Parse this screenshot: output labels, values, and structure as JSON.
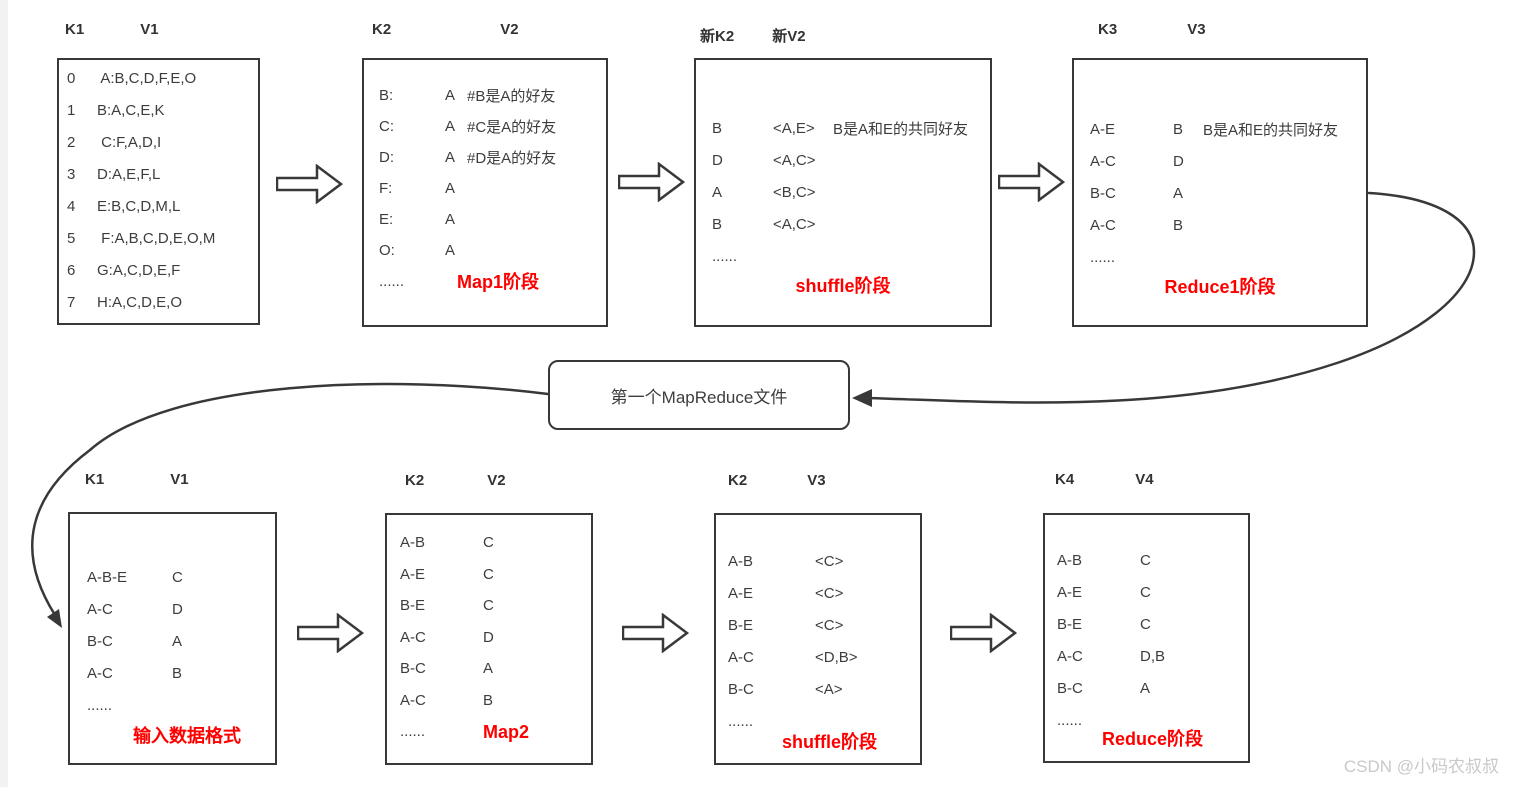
{
  "colors": {
    "accent_red": "#FF0000",
    "line": "#383838",
    "text": "#3D3D3D",
    "watermark": "#C9C9C9"
  },
  "watermark": "CSDN @小码农叔叔",
  "center_box": {
    "label": "第一个MapReduce文件"
  },
  "top": {
    "box1": {
      "header_k": "K1",
      "header_v": "V1",
      "rows": [
        {
          "idx": "0",
          "text": " A:B,C,D,F,E,O"
        },
        {
          "idx": "1",
          "text": "B:A,C,E,K"
        },
        {
          "idx": "2",
          "text": " C:F,A,D,I"
        },
        {
          "idx": "3",
          "text": "D:A,E,F,L"
        },
        {
          "idx": "4",
          "text": "E:B,C,D,M,L"
        },
        {
          "idx": "5",
          "text": " F:A,B,C,D,E,O,M"
        },
        {
          "idx": "6",
          "text": "G:A,C,D,E,F"
        },
        {
          "idx": "7",
          "text": "H:A,C,D,E,O"
        }
      ]
    },
    "box2": {
      "header_k": "K2",
      "header_v": "V2",
      "rows": [
        {
          "key": "B:",
          "val": "A",
          "note": "#B是A的好友"
        },
        {
          "key": "C:",
          "val": "A",
          "note": "#C是A的好友"
        },
        {
          "key": "D:",
          "val": "A",
          "note": "#D是A的好友"
        },
        {
          "key": "F:",
          "val": "A"
        },
        {
          "key": "E:",
          "val": "A"
        },
        {
          "key": "O:",
          "val": "A"
        }
      ],
      "ellipsis": "......",
      "stage": "Map1阶段"
    },
    "box3": {
      "header_k": "新K2",
      "header_v": "新V2",
      "rows": [
        {
          "key": "B",
          "val": "<A,E>",
          "note": "B是A和E的共同好友"
        },
        {
          "key": "D",
          "val": "<A,C>"
        },
        {
          "key": "A",
          "val": "<B,C>"
        },
        {
          "key": "B",
          "val": "<A,C>"
        }
      ],
      "ellipsis": "......",
      "stage": "shuffle阶段"
    },
    "box4": {
      "header_k": "K3",
      "header_v": "V3",
      "rows": [
        {
          "key": "A-E",
          "val": "B",
          "note": "B是A和E的共同好友"
        },
        {
          "key": "A-C",
          "val": "D"
        },
        {
          "key": "B-C",
          "val": "A"
        },
        {
          "key": "A-C",
          "val": "B"
        }
      ],
      "ellipsis": "......",
      "stage": "Reduce1阶段"
    }
  },
  "bottom": {
    "box1": {
      "header_k": "K1",
      "header_v": "V1",
      "rows": [
        {
          "key": "A-B-E",
          "val": "C"
        },
        {
          "key": "A-C",
          "val": "D"
        },
        {
          "key": "B-C",
          "val": "A"
        },
        {
          "key": "A-C",
          "val": "B"
        }
      ],
      "ellipsis": "......",
      "stage": "输入数据格式"
    },
    "box2": {
      "header_k": "K2",
      "header_v": "V2",
      "rows": [
        {
          "key": "A-B",
          "val": "C"
        },
        {
          "key": "A-E",
          "val": "C"
        },
        {
          "key": "B-E",
          "val": "C"
        },
        {
          "key": "A-C",
          "val": "D"
        },
        {
          "key": "B-C",
          "val": "A"
        },
        {
          "key": "A-C",
          "val": "B"
        }
      ],
      "ellipsis": "......",
      "stage": "Map2"
    },
    "box3": {
      "header_k": "K2",
      "header_v": "V3",
      "rows": [
        {
          "key": "A-B",
          "val": "<C>"
        },
        {
          "key": "A-E",
          "val": "<C>"
        },
        {
          "key": "B-E",
          "val": "<C>"
        },
        {
          "key": "A-C",
          "val": "<D,B>"
        },
        {
          "key": "B-C",
          "val": "<A>"
        }
      ],
      "ellipsis": "......",
      "stage": "shuffle阶段"
    },
    "box4": {
      "header_k": "K4",
      "header_v": "V4",
      "rows": [
        {
          "key": "A-B",
          "val": "C"
        },
        {
          "key": "A-E",
          "val": "C"
        },
        {
          "key": "B-E",
          "val": "C"
        },
        {
          "key": "A-C",
          "val": "D,B"
        },
        {
          "key": "B-C",
          "val": "A"
        }
      ],
      "ellipsis": "......",
      "stage": "Reduce阶段"
    }
  }
}
